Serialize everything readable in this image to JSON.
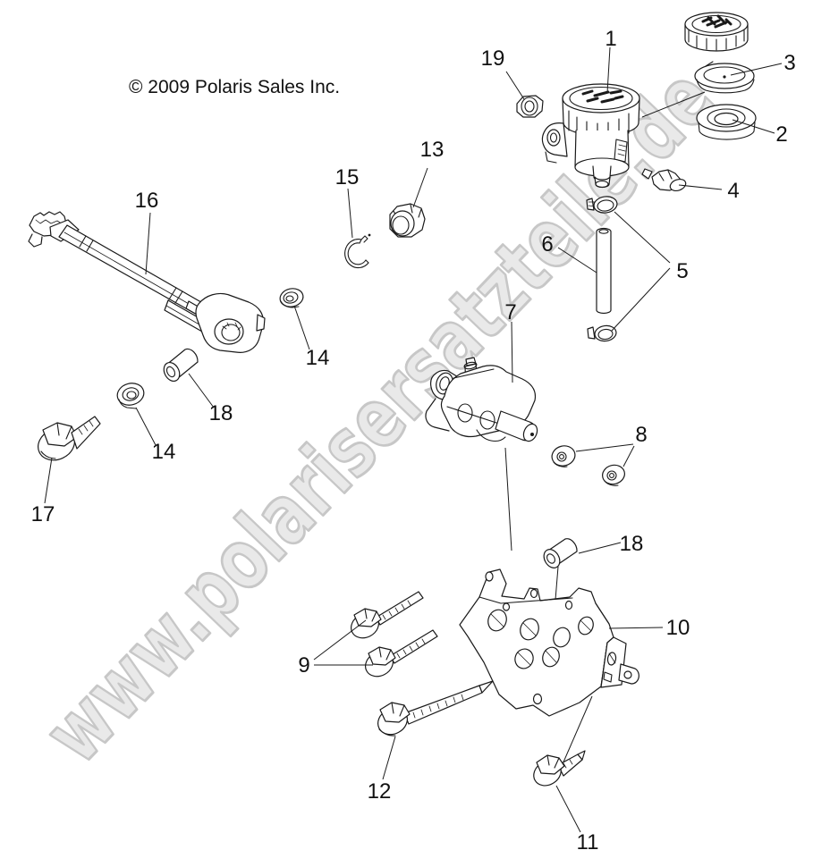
{
  "copyright": "© 2009 Polaris Sales Inc.",
  "watermark": {
    "text": "www.polarisersatzteile.de",
    "fill": "#e9e9e9",
    "outline": "#c7c7c7"
  },
  "colors": {
    "line_art": "#1a1a1a",
    "label_text": "#111111",
    "background": "#ffffff"
  },
  "callouts": {
    "c1": "1",
    "c2": "2",
    "c3": "3",
    "c4": "4",
    "c5": "5",
    "c6": "6",
    "c7": "7",
    "c8": "8",
    "c9": "9",
    "c10": "10",
    "c11": "11",
    "c12": "12",
    "c13": "13",
    "c14a": "14",
    "c14b": "14",
    "c15": "15",
    "c16": "16",
    "c17": "17",
    "c18a": "18",
    "c18b": "18",
    "c19": "19"
  }
}
